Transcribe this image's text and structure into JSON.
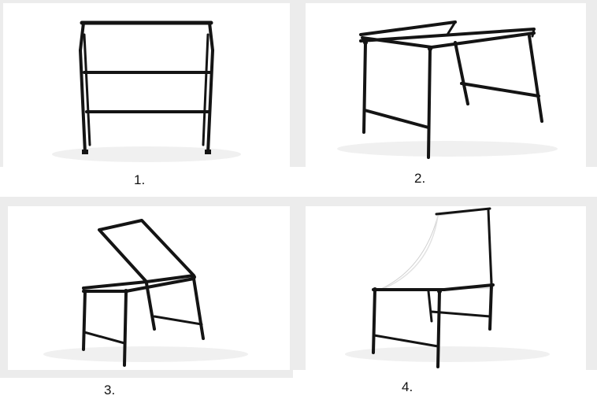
{
  "steps": [
    {
      "label": "1.",
      "image": "folded-frame"
    },
    {
      "label": "2.",
      "image": "unfolded-table-frame"
    },
    {
      "label": "3.",
      "image": "frame-with-raised-top"
    },
    {
      "label": "4.",
      "image": "table-with-white-sweep"
    }
  ],
  "colors": {
    "background": "#ececec",
    "panel": "#ffffff",
    "frame": "#141414",
    "sweep": "#ffffff"
  }
}
